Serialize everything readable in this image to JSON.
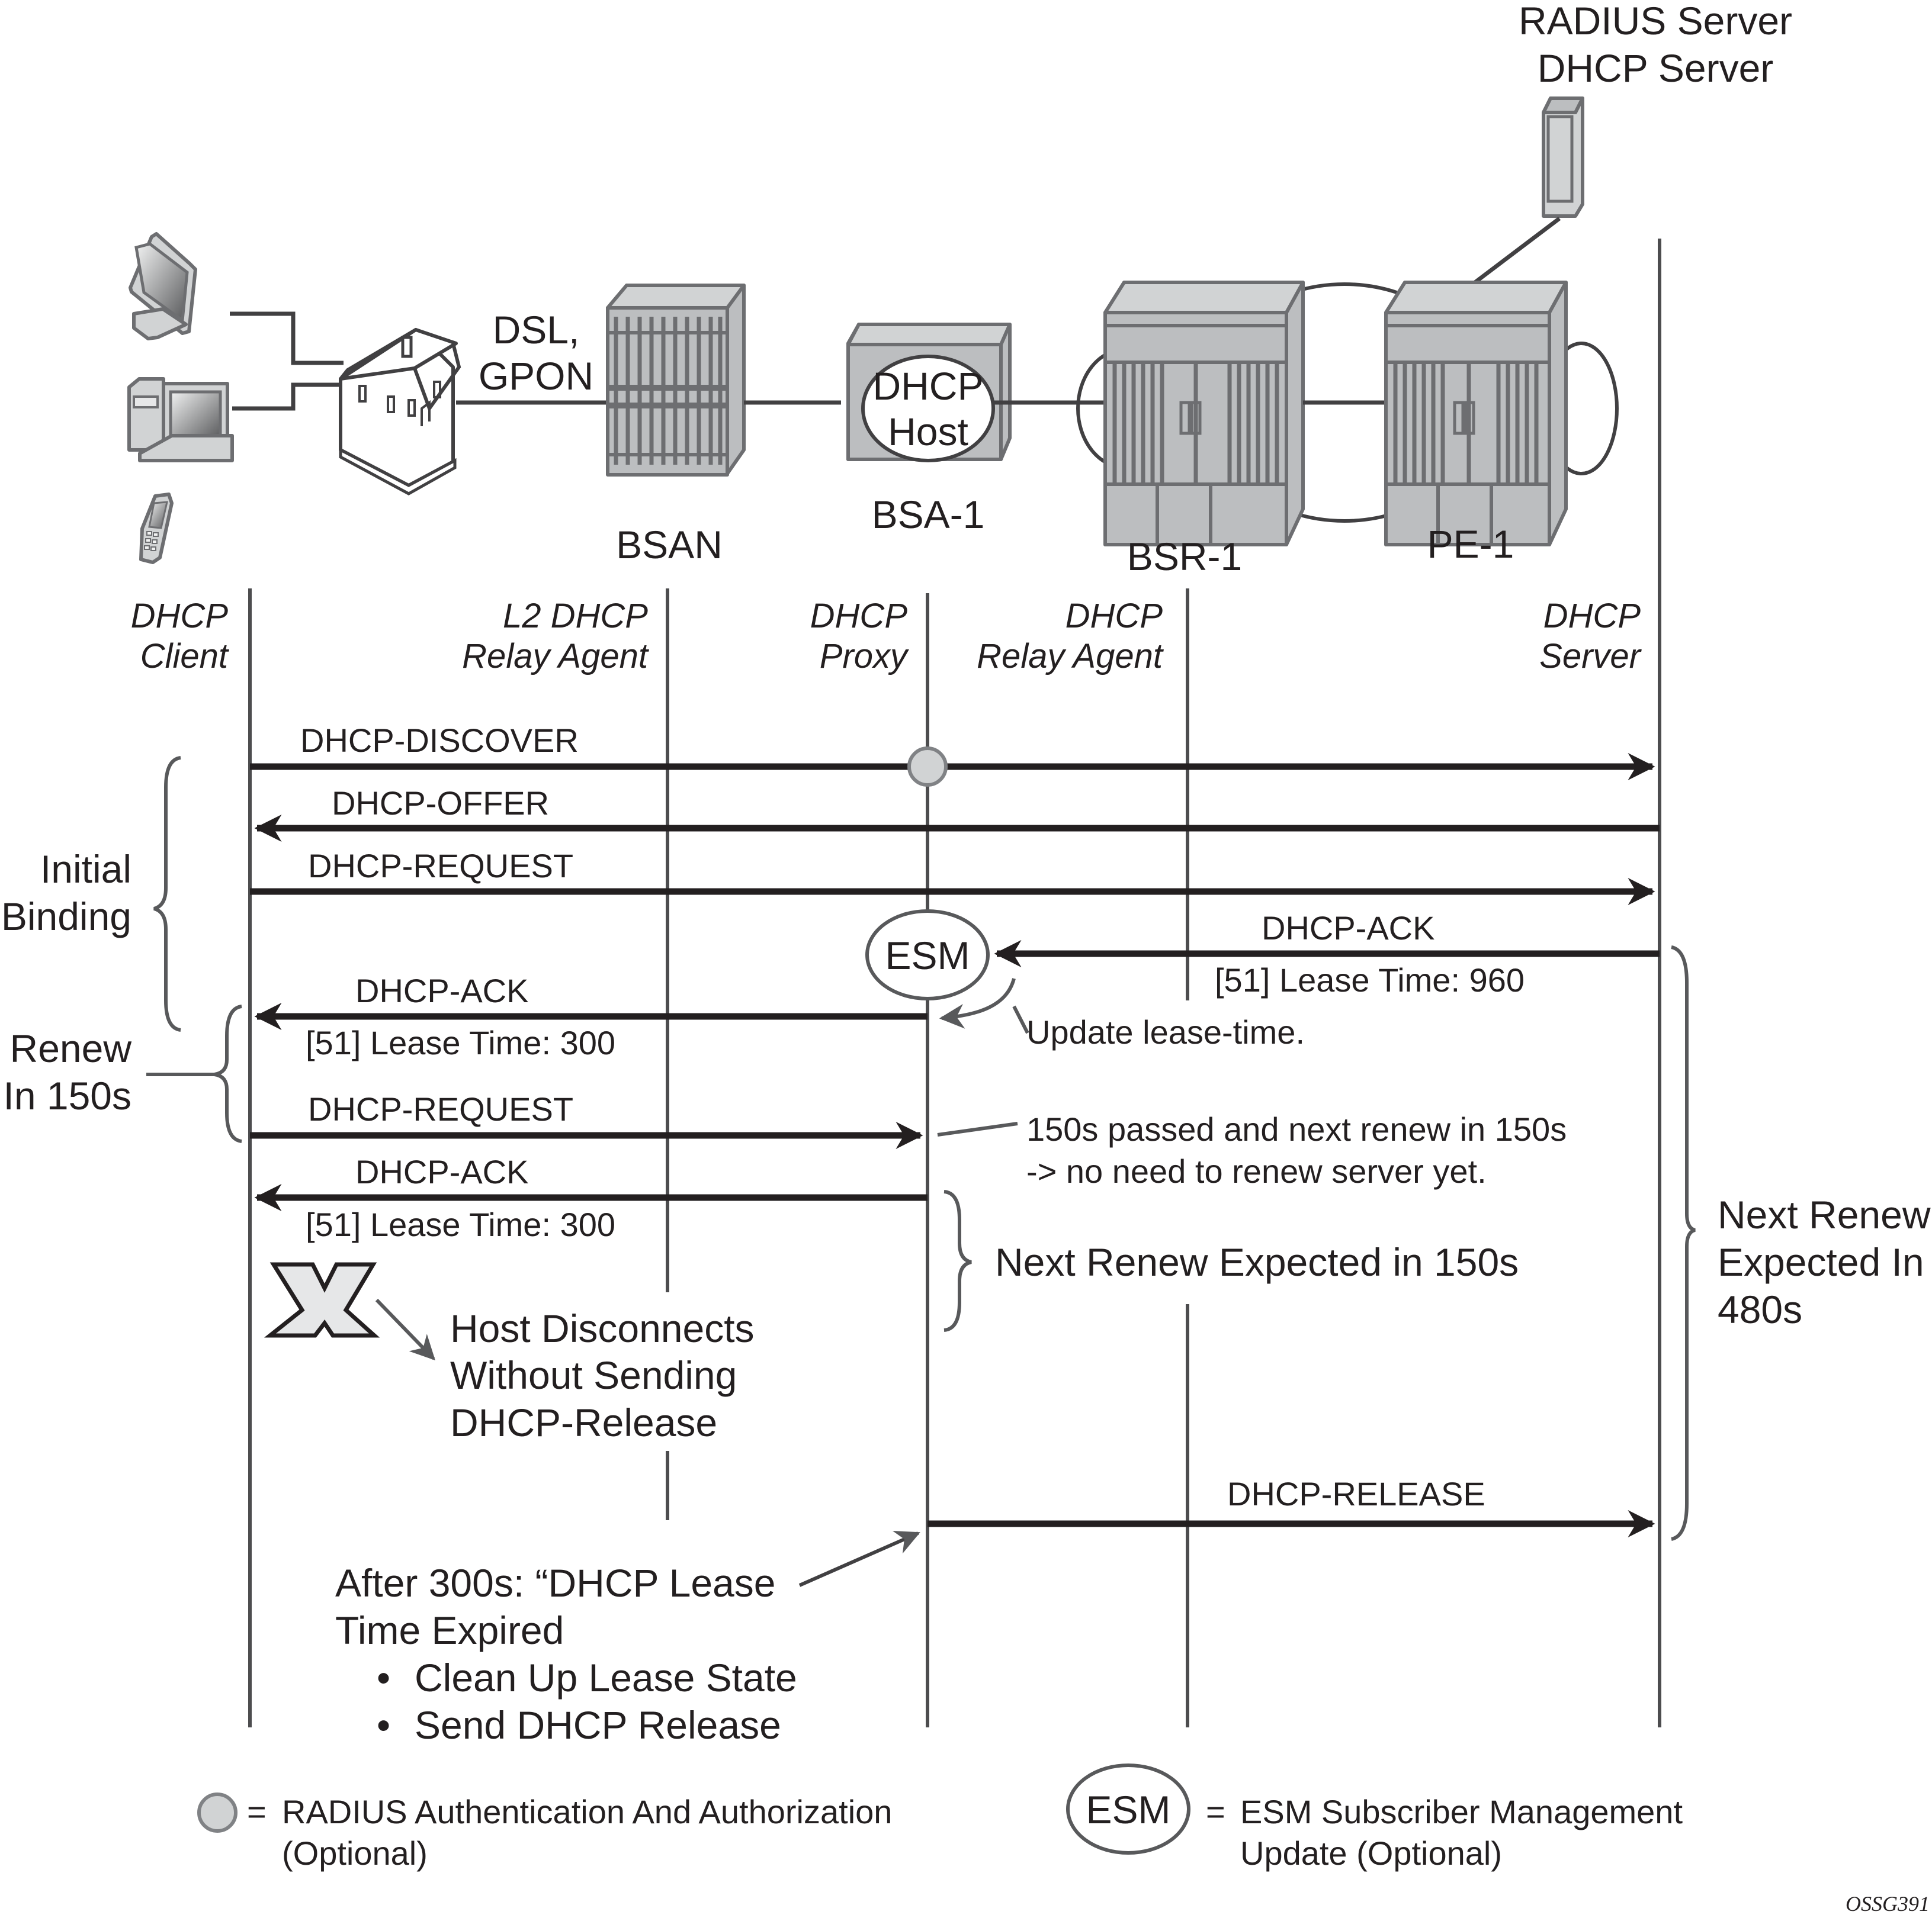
{
  "devices": {
    "radius_server_line1": "RADIUS Server",
    "radius_server_line2": "DHCP Server",
    "access_link_line1": "DSL,",
    "access_link_line2": "GPON",
    "bsan": "BSAN",
    "bsa_host_line1": "DHCP",
    "bsa_host_line2": "Host",
    "bsa": "BSA-1",
    "bsr": "BSR-1",
    "pe": "PE-1"
  },
  "roles": [
    {
      "line1": "DHCP",
      "line2": "Client"
    },
    {
      "line1": "L2 DHCP",
      "line2": "Relay Agent"
    },
    {
      "line1": "DHCP",
      "line2": "Proxy"
    },
    {
      "line1": "DHCP",
      "line2": "Relay Agent"
    },
    {
      "line1": "DHCP",
      "line2": "Server"
    }
  ],
  "messages": [
    {
      "label": "DHCP-DISCOVER",
      "from": "client",
      "to": "server",
      "note": ""
    },
    {
      "label": "DHCP-OFFER",
      "from": "server",
      "to": "client",
      "note": ""
    },
    {
      "label": "DHCP-REQUEST",
      "from": "client",
      "to": "server",
      "note": ""
    },
    {
      "label": "DHCP-ACK",
      "from": "server",
      "to": "proxy",
      "note": "[51] Lease Time: 960"
    },
    {
      "label": "DHCP-ACK",
      "from": "proxy",
      "to": "client",
      "note": "[51] Lease Time: 300"
    },
    {
      "label": "DHCP-REQUEST",
      "from": "client",
      "to": "proxy",
      "note": ""
    },
    {
      "label": "DHCP-ACK",
      "from": "proxy",
      "to": "client",
      "note": "[51] Lease Time: 300"
    },
    {
      "label": "DHCP-RELEASE",
      "from": "proxy",
      "to": "server",
      "note": ""
    }
  ],
  "annotations": {
    "esm": "ESM",
    "update_lease": "Update lease-time.",
    "passed_line1": "150s passed and next renew in 150s",
    "passed_line2": "-> no need to renew server yet.",
    "next_renew_150": "Next Renew Expected in 150s",
    "next_renew_480_line1": "Next Renew",
    "next_renew_480_line2": "Expected In",
    "next_renew_480_line3": "480s",
    "initial_binding_line1": "Initial",
    "initial_binding_line2": "Binding",
    "renew_line1": "Renew",
    "renew_line2": "In 150s",
    "disconnect_line1": "Host Disconnects",
    "disconnect_line2": "Without Sending",
    "disconnect_line3": "DHCP-Release",
    "expired_line1": "After 300s: “DHCP Lease",
    "expired_line2": "Time Expired",
    "expired_bullet1": "Clean Up Lease State",
    "expired_bullet2": "Send DHCP Release",
    "bullet": "•"
  },
  "legend": {
    "equals": "=",
    "radius_line1": "RADIUS Authentication And Authorization",
    "radius_line2": "(Optional)",
    "esm_symbol": "ESM",
    "esm_line1": "ESM Subscriber Management",
    "esm_line2": "Update (Optional)"
  },
  "figure_id": "OSSG391"
}
